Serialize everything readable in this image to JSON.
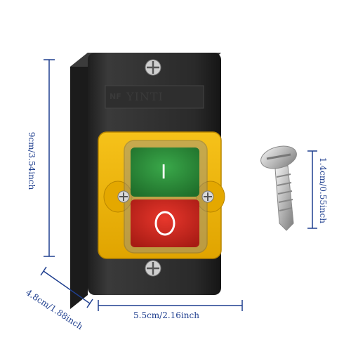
{
  "product": {
    "brand": "YINTI",
    "brand_mark": "NF",
    "on_symbol": "I",
    "off_symbol": "O"
  },
  "dimensions": {
    "height": "9cm/3.54inch",
    "width": "5.5cm/2.16inch",
    "depth": "4.8cm/1.88inch",
    "screw_length": "1.4cm/0.55inch"
  },
  "colors": {
    "housing": "#2b2b2b",
    "yellow_frame": "#f2b705",
    "green_button": "#2e8b3a",
    "red_button": "#d0291f",
    "dimension_line": "#1f3f8f"
  }
}
